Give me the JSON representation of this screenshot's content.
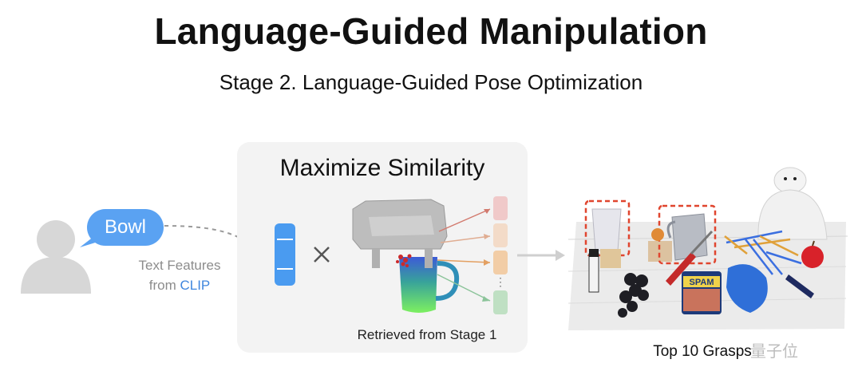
{
  "title": "Language-Guided Manipulation",
  "subtitle": "Stage 2. Language-Guided Pose Optimization",
  "panel": {
    "title": "Maximize Similarity",
    "caption": "Retrieved from Stage 1"
  },
  "query": {
    "word": "Bowl",
    "features_line1": "Text Features",
    "features_line2_prefix": "from ",
    "features_line2_highlight": "CLIP"
  },
  "operator": "×",
  "result": {
    "caption": "Top 10 Grasps",
    "spam_label": "SPAM"
  },
  "watermark": "量子位",
  "colors": {
    "accent_blue": "#5aa2f2",
    "clip_text": "#3f86de",
    "panel_bg": "#f3f3f3",
    "highlight_box": "#e0452e"
  }
}
